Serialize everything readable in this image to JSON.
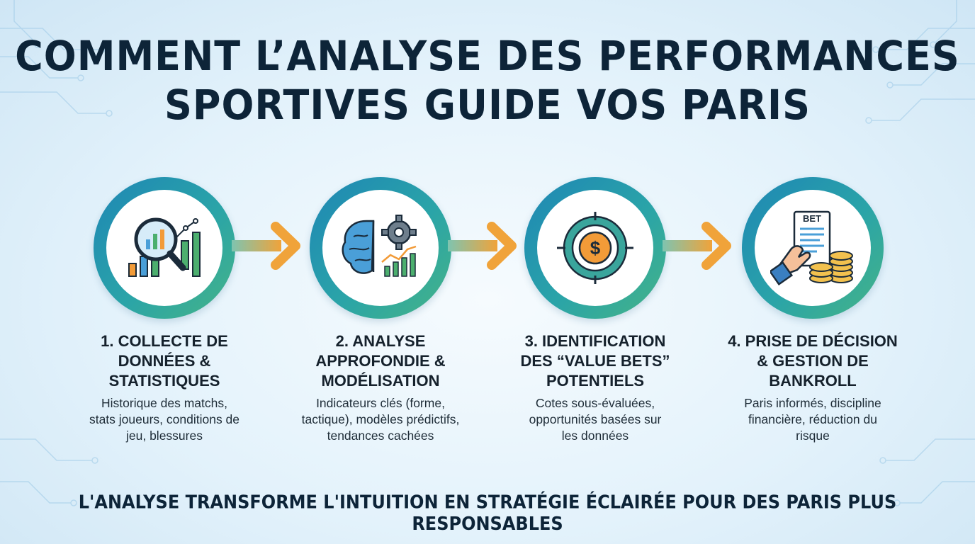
{
  "title": {
    "line1": "COMMENT L’ANALYSE DES PERFORMANCES",
    "line2": "SPORTIVES GUIDE VOS PARIS"
  },
  "steps": [
    {
      "title": "1. COLLECTE DE\nDONNÉES &\nSTATISTIQUES",
      "description": "Historique des matchs,\nstats joueurs, conditions de\njeu, blessures",
      "icon": "magnifier-chart-icon"
    },
    {
      "title": "2. ANALYSE\nAPPROFONDIE &\nMODÉLISATION",
      "description": "Indicateurs clés (forme,\ntactique), modèles prédictifs,\ntendances cachées",
      "icon": "brain-gear-icon"
    },
    {
      "title": "3. IDENTIFICATION\nDES “VALUE BETS”\nPOTENTIELS",
      "description": "Cotes sous-évaluées,\nopportunités basées sur\nles données",
      "icon": "dollar-target-icon"
    },
    {
      "title": "4. PRISE DE DÉCISION\n& GESTION DE\nBANKROLL",
      "description": "Paris informés, discipline\nfinancière, réduction du\nrisque",
      "icon": "bet-slip-coins-icon",
      "icon_label": "BET"
    }
  ],
  "footer": "L'ANALYSE TRANSFORME L'INTUITION EN STRATÉGIE ÉCLAIRÉE POUR DES PARIS PLUS RESPONSABLES",
  "colors": {
    "title": "#0d2438",
    "ring_start": "#1e86b5",
    "ring_end": "#46b486",
    "arrow": "#f0a33a",
    "icon_blue": "#4a9fd8",
    "icon_green": "#4caf6e",
    "icon_orange": "#f29b38",
    "icon_gold": "#f2c14e"
  }
}
